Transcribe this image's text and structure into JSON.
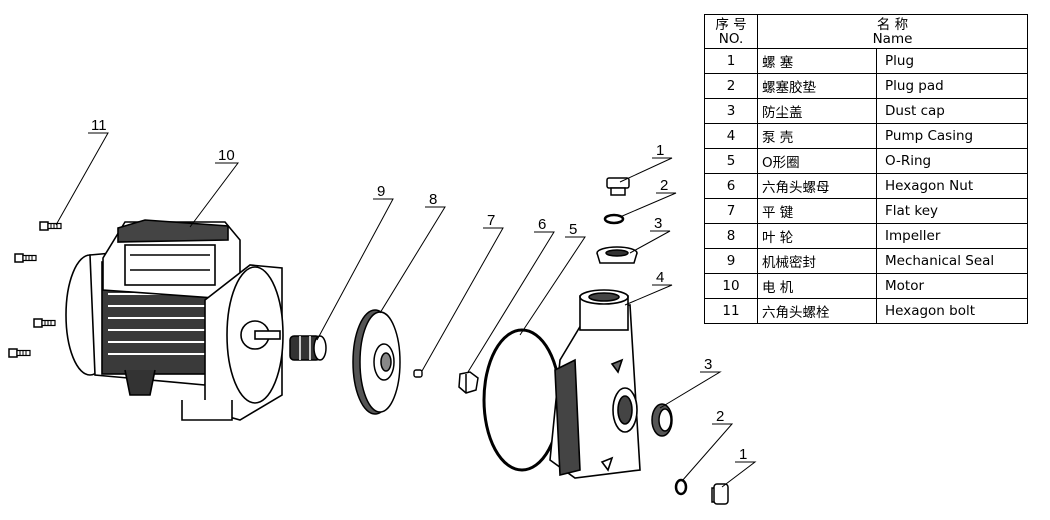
{
  "table": {
    "header": {
      "no_zh": "序 号",
      "no_en": "NO.",
      "name_zh": "名 称",
      "name_en": "Name"
    },
    "rows": [
      {
        "no": "1",
        "zh": "螺  塞",
        "en": "Plug"
      },
      {
        "no": "2",
        "zh": "螺塞胶垫",
        "en": "Plug pad"
      },
      {
        "no": "3",
        "zh": "防尘盖",
        "en": "Dust cap"
      },
      {
        "no": "4",
        "zh": "泵  壳",
        "en": "Pump Casing"
      },
      {
        "no": "5",
        "zh": "O形圈",
        "en": "O-Ring"
      },
      {
        "no": "6",
        "zh": "六角头螺母",
        "en": "Hexagon Nut"
      },
      {
        "no": "7",
        "zh": "平  键",
        "en": "Flat key"
      },
      {
        "no": "8",
        "zh": "叶  轮",
        "en": "Impeller"
      },
      {
        "no": "9",
        "zh": "机械密封",
        "en": "Mechanical Seal"
      },
      {
        "no": "10",
        "zh": "电    机",
        "en": "Motor"
      },
      {
        "no": "11",
        "zh": "六角头螺栓",
        "en": "Hexagon bolt"
      }
    ]
  },
  "callouts": {
    "bolts": "11",
    "motor": "10",
    "seal": "9",
    "impeller": "8",
    "key": "7",
    "nut": "6",
    "oring": "5",
    "casing": "4",
    "cap_top": "3",
    "pad_top": "2",
    "plug_top": "1",
    "cap_bottom": "3",
    "pad_bottom": "2",
    "plug_bottom": "1"
  }
}
